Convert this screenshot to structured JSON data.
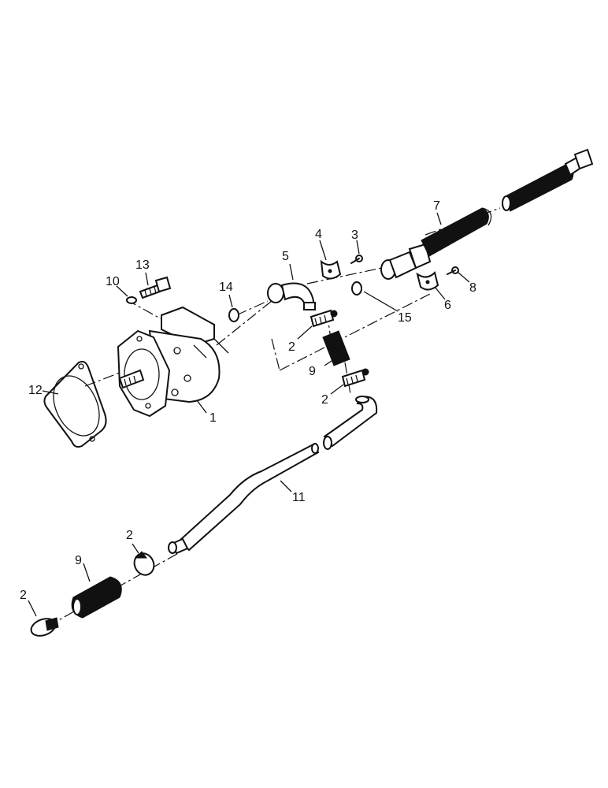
{
  "callouts": [
    {
      "id": "c1",
      "text": "1"
    },
    {
      "id": "c2a",
      "text": "2"
    },
    {
      "id": "c2b",
      "text": "2"
    },
    {
      "id": "c2c",
      "text": "2"
    },
    {
      "id": "c2d",
      "text": "2"
    },
    {
      "id": "c3",
      "text": "3"
    },
    {
      "id": "c4",
      "text": "4"
    },
    {
      "id": "c5",
      "text": "5"
    },
    {
      "id": "c6",
      "text": "6"
    },
    {
      "id": "c7",
      "text": "7"
    },
    {
      "id": "c8",
      "text": "8"
    },
    {
      "id": "c9a",
      "text": "9"
    },
    {
      "id": "c9b",
      "text": "9"
    },
    {
      "id": "c10",
      "text": "10"
    },
    {
      "id": "c11",
      "text": "11"
    },
    {
      "id": "c12",
      "text": "12"
    },
    {
      "id": "c13",
      "text": "13"
    },
    {
      "id": "c14",
      "text": "14"
    },
    {
      "id": "c15",
      "text": "15"
    }
  ]
}
